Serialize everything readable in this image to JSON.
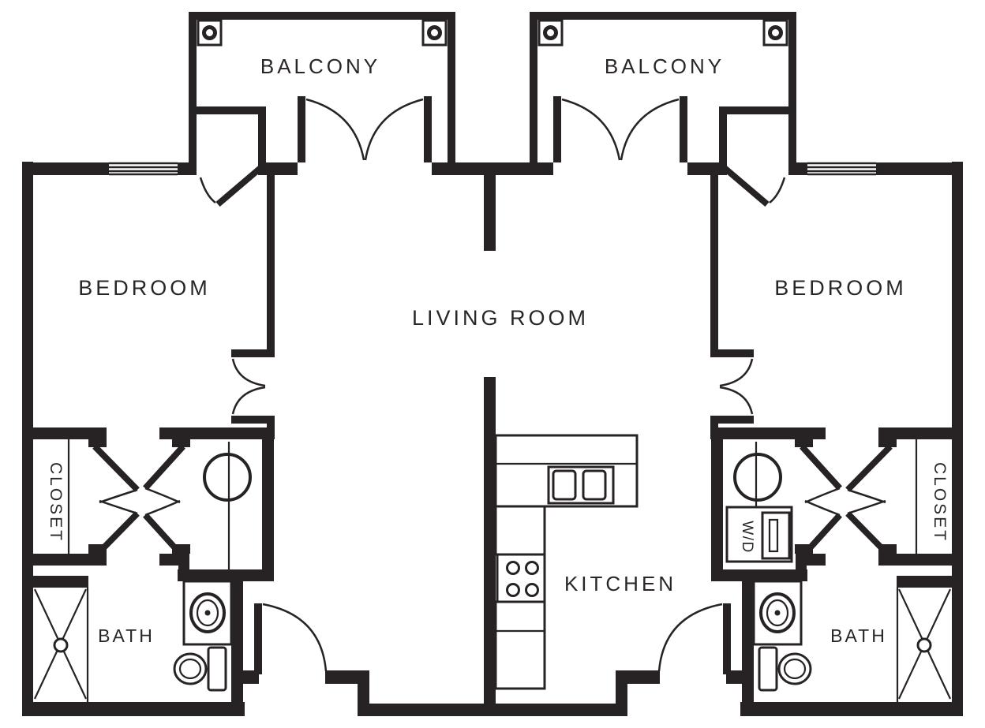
{
  "diagram": {
    "type": "floor-plan",
    "title": "Two bedroom apartment floor plan",
    "colors": {
      "wall": "#272324",
      "background": "#ffffff",
      "text": "#2a2627"
    },
    "rooms": {
      "balcony_left": {
        "label": "BALCONY"
      },
      "balcony_right": {
        "label": "BALCONY"
      },
      "bedroom_left": {
        "label": "BEDROOM"
      },
      "bedroom_right": {
        "label": "BEDROOM"
      },
      "living_room": {
        "label": "LIVING ROOM"
      },
      "kitchen": {
        "label": "KITCHEN"
      },
      "bath_left": {
        "label": "BATH"
      },
      "bath_right": {
        "label": "BATH"
      },
      "closet_left": {
        "label": "CLOSET"
      },
      "closet_right": {
        "label": "CLOSET"
      },
      "washer_dryer": {
        "label": "W/D"
      }
    },
    "fixtures": [
      "balcony-light",
      "french-doors",
      "single-swing-doors",
      "double-swing-doors",
      "bifold-closet-doors",
      "window",
      "shower-with-drain",
      "toilet",
      "vanity-sink",
      "kitchen-double-sink",
      "range-4-burner",
      "stacked-washer",
      "washer-dryer-unit"
    ]
  }
}
